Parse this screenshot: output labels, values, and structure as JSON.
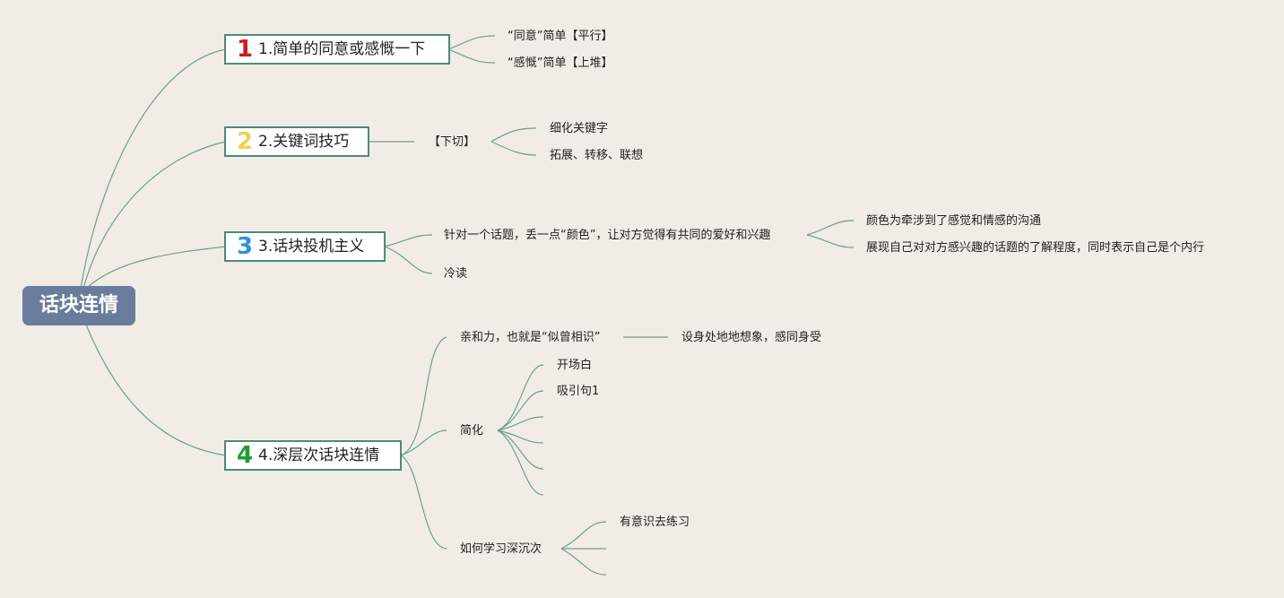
{
  "root": {
    "title": "话块连情"
  },
  "topics": [
    {
      "number": "1",
      "label": "1.简单的同意或感慨一下",
      "color": "#d01a24"
    },
    {
      "number": "2",
      "label": "2.关键词技巧",
      "color": "#efd25a"
    },
    {
      "number": "3",
      "label": "3.话块投机主义",
      "color": "#2e93d6"
    },
    {
      "number": "4",
      "label": "4.深层次话块连情",
      "color": "#1f9c2f"
    }
  ],
  "branch1": {
    "agree": "“同意”简单【平行】",
    "sigh": "“感慨”简单【上堆】"
  },
  "branch2": {
    "cut": "【下切】",
    "refine": "细化关键字",
    "expand": "拓展、转移、联想"
  },
  "branch3": {
    "topic_color": "针对一个话题，丢一点“颜色”，让对方觉得有共同的爱好和兴趣",
    "color_note": "颜色为牵涉到了感觉和情感的沟通",
    "show_note": "展现自己对对方感兴趣的话题的了解程度，同时表示自己是个内行",
    "cold_read": "冷读"
  },
  "branch4": {
    "affinity": "亲和力，也就是“似曾相识”",
    "empathy": "设身处地地想象，感同身受",
    "simplify": "简化",
    "opening": "开场白",
    "hook": "吸引句1",
    "learn": "如何学习深沉次",
    "practice": "有意识去练习"
  }
}
